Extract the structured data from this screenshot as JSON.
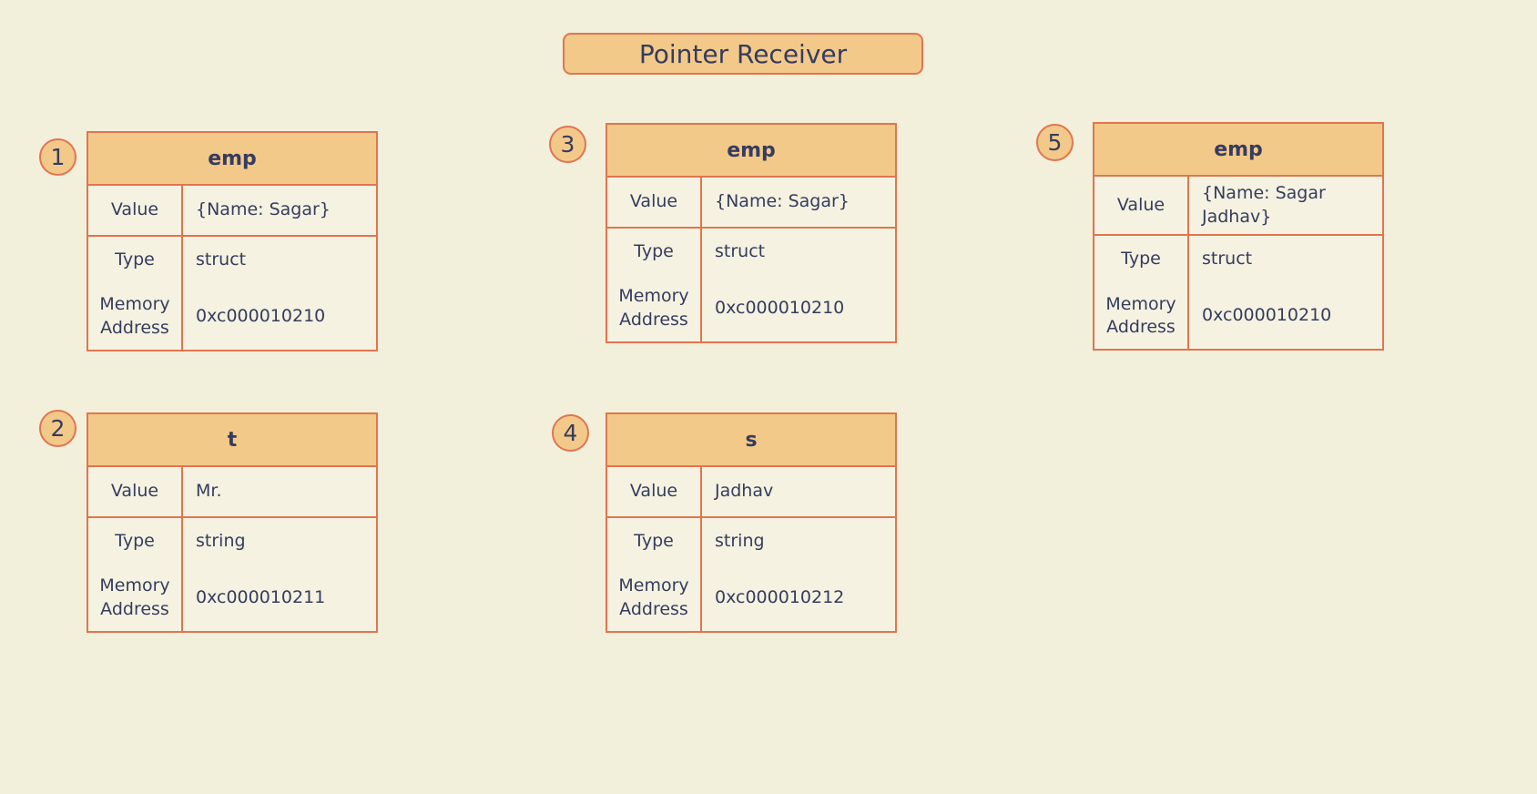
{
  "title": "Pointer Receiver",
  "labels": {
    "value": "Value",
    "type": "Type",
    "memory_address": "Memory Address"
  },
  "colors": {
    "background": "#f2efdb",
    "cell_background": "#f5f2e1",
    "accent_fill": "#f3c98a",
    "border": "#e0754f",
    "text": "#353c5e"
  },
  "tables": [
    {
      "badge": "1",
      "name": "emp",
      "value": "{Name: Sagar}",
      "type": "struct",
      "memory_address": "0xc000010210"
    },
    {
      "badge": "2",
      "name": "t",
      "value": "Mr.",
      "type": "string",
      "memory_address": "0xc000010211"
    },
    {
      "badge": "3",
      "name": "emp",
      "value": "{Name: Sagar}",
      "type": "struct",
      "memory_address": "0xc000010210"
    },
    {
      "badge": "4",
      "name": "s",
      "value": "Jadhav",
      "type": "string",
      "memory_address": "0xc000010212"
    },
    {
      "badge": "5",
      "name": "emp",
      "value": "{Name: Sagar Jadhav}",
      "type": "struct",
      "memory_address": "0xc000010210"
    }
  ]
}
